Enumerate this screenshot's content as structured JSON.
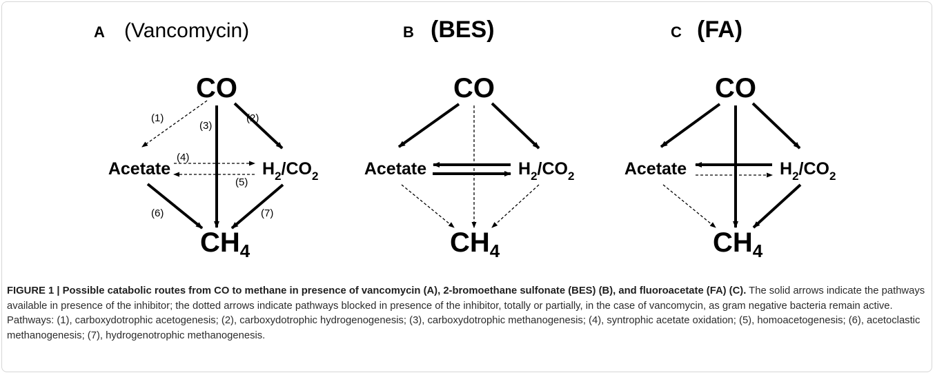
{
  "figure": {
    "panels": [
      {
        "letter": "A",
        "label": "(Vancomycin)",
        "nodes": {
          "co": "CO",
          "acetate": "Acetate",
          "h2co2": "H2/CO2",
          "ch4": "CH4"
        },
        "pathway_numbers": [
          "(1)",
          "(2)",
          "(3)",
          "(4)",
          "(5)",
          "(6)",
          "(7)"
        ]
      },
      {
        "letter": "B",
        "label": "(BES)",
        "nodes": {
          "co": "CO",
          "acetate": "Acetate",
          "h2co2": "H2/CO2",
          "ch4": "CH4"
        }
      },
      {
        "letter": "C",
        "label": "(FA)",
        "nodes": {
          "co": "CO",
          "acetate": "Acetate",
          "h2co2": "H2/CO2",
          "ch4": "CH4"
        }
      }
    ],
    "subscripts": {
      "two": "2",
      "four": "4"
    },
    "caption": {
      "title": "FIGURE 1 | Possible catabolic routes from CO to methane in presence of vancomycin (A), 2-bromoethane sulfonate (BES) (B), and fluoroacetate (FA) (C).",
      "body": " The solid arrows indicate the pathways available in presence of the inhibitor; the dotted arrows indicate pathways blocked in presence of the inhibitor, totally or partially, in the case of vancomycin, as gram negative bacteria remain active. Pathways: (1), carboxydotrophic acetogenesis; (2), carboxydotrophic hydrogenogenesis; (3), carboxydotrophic methanogenesis; (4), syntrophic acetate oxidation; (5), homoacetogenesis; (6), acetoclastic methanogenesis; (7), hydrogenotrophic methanogenesis."
    }
  }
}
